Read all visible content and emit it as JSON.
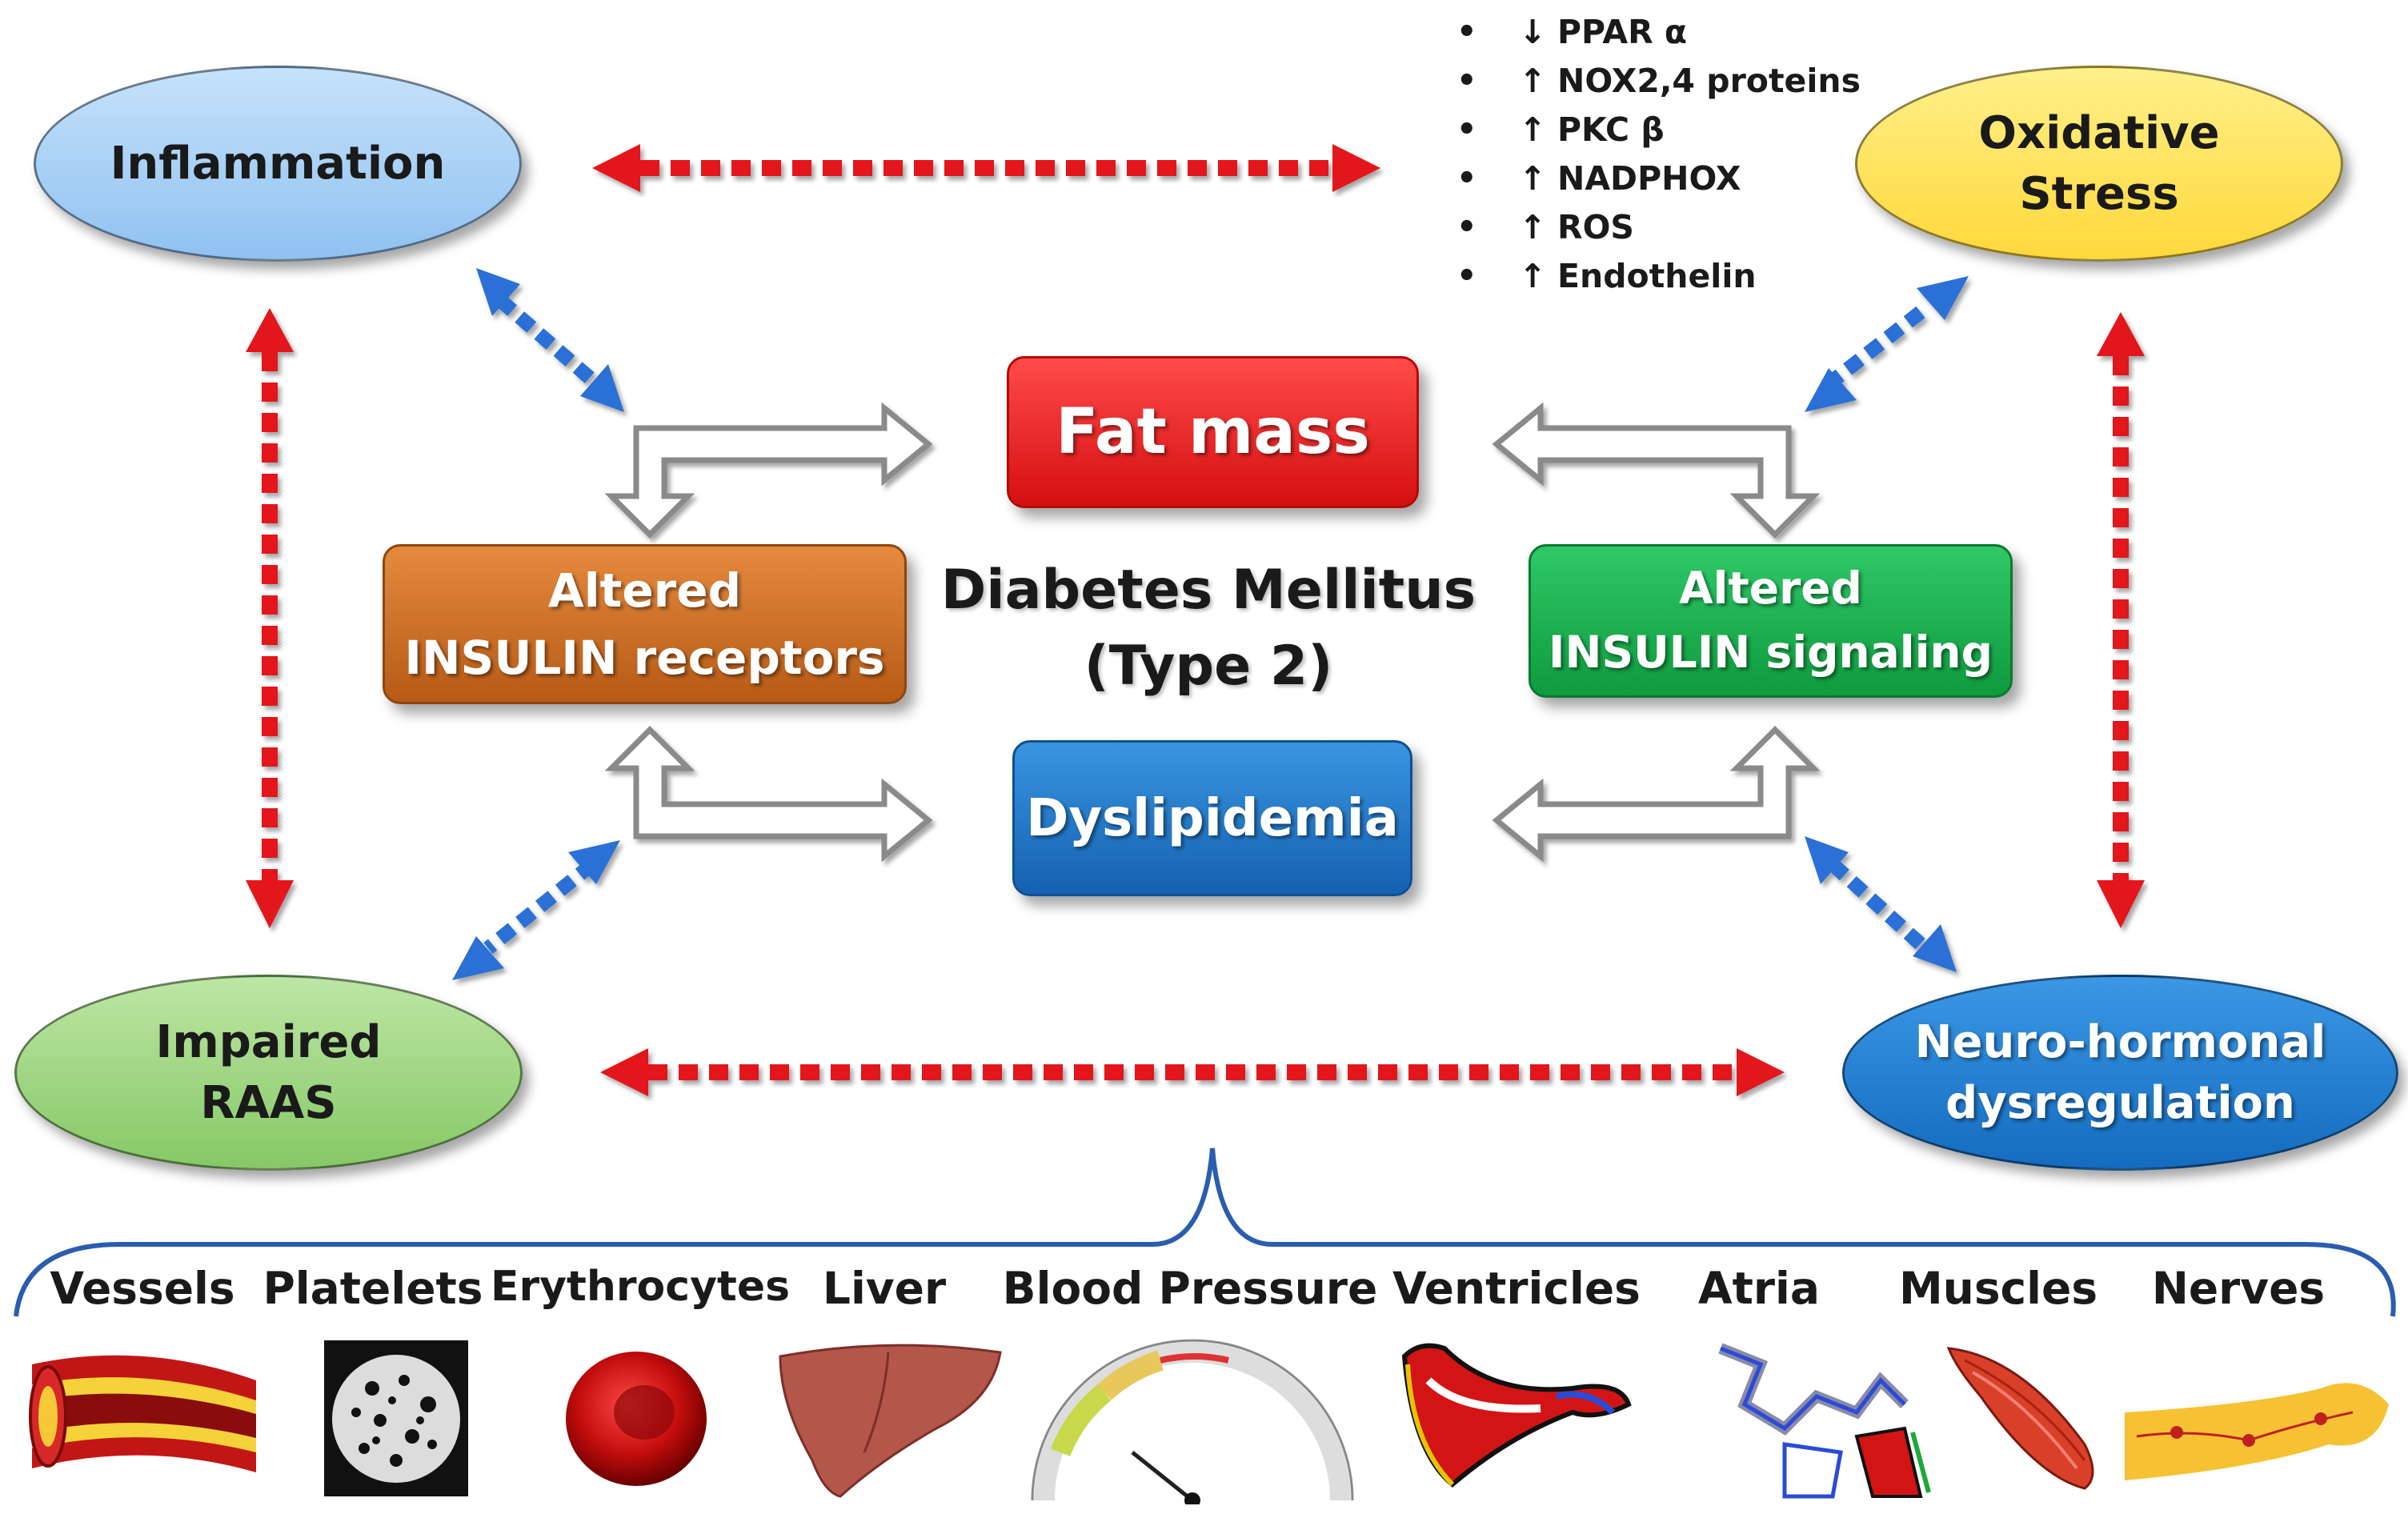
{
  "center_title": "Diabetes Mellitus\n(Type 2)",
  "boxes": {
    "fat_mass": "Fat mass",
    "dyslipidemia": "Dyslipidemia",
    "insulin_receptors": "Altered\nINSULIN receptors",
    "insulin_signaling": "Altered\nINSULIN signaling"
  },
  "ellipses": {
    "inflammation": "Inflammation",
    "oxidative_stress": "Oxidative\nStress",
    "impaired_raas": "Impaired\nRAAS",
    "neuro_hormonal": "Neuro-hormonal\ndysregulation"
  },
  "markers": [
    {
      "arrow": "↓",
      "label": "PPAR α"
    },
    {
      "arrow": "↑",
      "label": "NOX2,4 proteins"
    },
    {
      "arrow": "↑",
      "label": "PKC β"
    },
    {
      "arrow": "↑",
      "label": "NADPHOX"
    },
    {
      "arrow": "↑",
      "label": "ROS"
    },
    {
      "arrow": "↑",
      "label": "Endothelin"
    }
  ],
  "organs": [
    "Vessels",
    "Platelets",
    "Erythrocytes",
    "Liver",
    "Blood Pressure",
    "Ventricles",
    "Atria",
    "Muscles",
    "Nerves"
  ],
  "colors": {
    "inflammation": "#a9d0f5",
    "oxidative_stress": "#ffe45c",
    "impaired_raas": "#9fd67f",
    "neuro_hormonal": "#1f7fd6",
    "fat_mass": "#e81c1c",
    "dyslipidemia": "#1a74c8",
    "insulin_receptors": "#cc6a1e",
    "insulin_signaling": "#14a84a",
    "red_arrow": "#e3141b",
    "blue_arrow": "#2a6fd6",
    "gray_arrow": "#9c9c9c",
    "brace": "#2a5db0"
  },
  "icons": [
    "vessel-illustration",
    "platelet-illustration",
    "erythrocyte-illustration",
    "liver-illustration",
    "gauge-illustration",
    "ventricles-illustration",
    "atria-illustration",
    "muscle-illustration",
    "nerve-illustration"
  ]
}
